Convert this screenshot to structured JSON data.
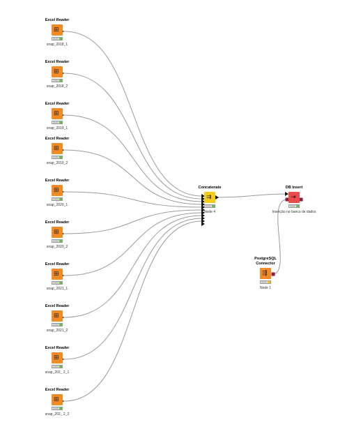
{
  "readers": [
    {
      "title": "Excel Reader",
      "label": "snap_2018_1"
    },
    {
      "title": "Excel Reader",
      "label": "snap_2018_2"
    },
    {
      "title": "Excel Reader",
      "label": "snap_2019_1"
    },
    {
      "title": "Excel Reader",
      "label": "snap_2019_2"
    },
    {
      "title": "Excel Reader",
      "label": "snap_2020_1"
    },
    {
      "title": "Excel Reader",
      "label": "snap_2020_2"
    },
    {
      "title": "Excel Reader",
      "label": "snap_2021_1"
    },
    {
      "title": "Excel Reader",
      "label": "snap_2021_2"
    },
    {
      "title": "Excel Reader",
      "label": "snap_202_ 2_1"
    },
    {
      "title": "Excel Reader",
      "label": "snap_202_ 2_2"
    }
  ],
  "concat": {
    "title": "Concatenate",
    "label": "Node 4"
  },
  "dbinsert": {
    "title": "DB Insert",
    "label": "Inserção no banco de dados"
  },
  "connector": {
    "title_line1": "PostgreSQL",
    "title_line2": "Connector",
    "label": "Node 1"
  },
  "colors": {
    "reader": "#f28b25",
    "concatenate": "#f6cc1a",
    "db_insert": "#ed4a4a",
    "edge": "#9a9a9a",
    "ok_status": "#6cbf4a",
    "warn_status": "#f0c419"
  }
}
